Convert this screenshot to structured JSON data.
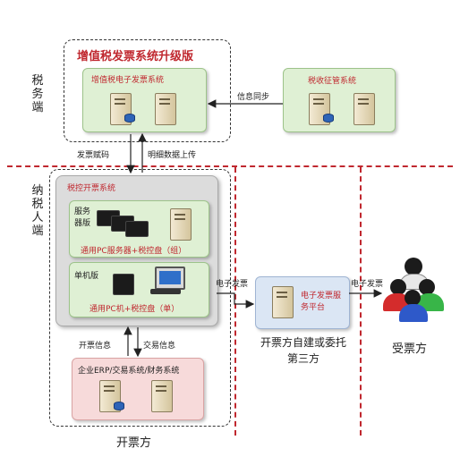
{
  "side_labels": {
    "tax": "税务端",
    "taxpayer": "纳税人端"
  },
  "tax_system": {
    "title": "增值税发票系统升级版",
    "einvoice": "增值税电子发票系统",
    "collection": "税收征管系统",
    "sync": "信息同步"
  },
  "links": {
    "invoice_code": "发票赋码",
    "detail_upload": "明细数据上传",
    "invoice_info": "开票信息",
    "trade_info": "交易信息",
    "einvoice_out": "电子发票",
    "einvoice_in": "电子发票"
  },
  "taxpayer": {
    "system_title": "税控开票系统",
    "server_edition": "服务器版",
    "server_caption": "通用PC服务器+税控盘（组）",
    "single_edition": "单机版",
    "single_caption": "通用PC机+税控盘（单）",
    "erp": "企业ERP/交易系统/财务系统",
    "issuer": "开票方"
  },
  "platform": {
    "name": "电子发票服务平台",
    "owner": "开票方自建或委托第三方"
  },
  "receiver": "受票方"
}
